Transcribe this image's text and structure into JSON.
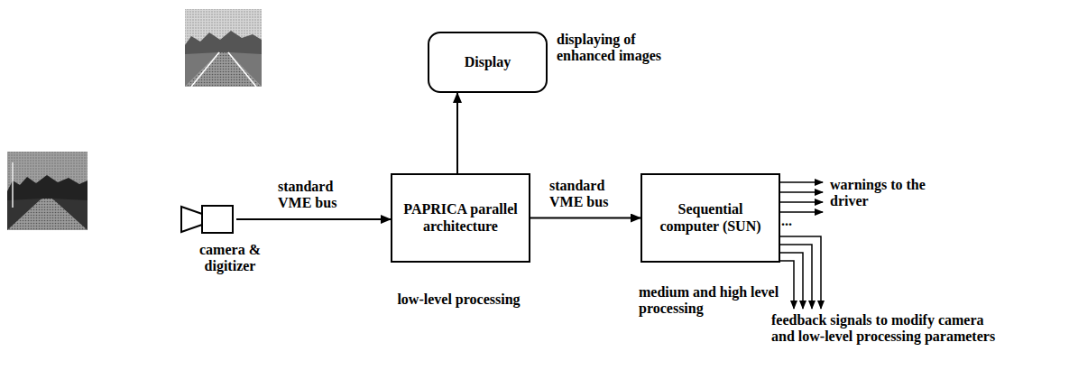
{
  "diagram": {
    "nodes": [
      {
        "text": [
          "camera & digitizer"
        ]
      },
      {
        "text": [
          "PAPRICA parallel architecture",
          "low-level processing"
        ]
      },
      {
        "text": [
          "Display",
          "displaying of enhanced images"
        ]
      },
      {
        "text": [
          "Sequential computer (SUN)",
          "medium and high level processing"
        ]
      }
    ],
    "edges": [
      {
        "from": 0,
        "to": 1,
        "label": "standard VME bus",
        "arrow": "to"
      },
      {
        "from": 1,
        "to": 2,
        "arrow": "to"
      },
      {
        "from": 1,
        "to": 3,
        "label": "standard VME bus",
        "arrow": "to"
      }
    ],
    "labels": [
      "warnings to the driver",
      "...",
      "feedback signals to modify camera and low-level processing parameters"
    ]
  }
}
